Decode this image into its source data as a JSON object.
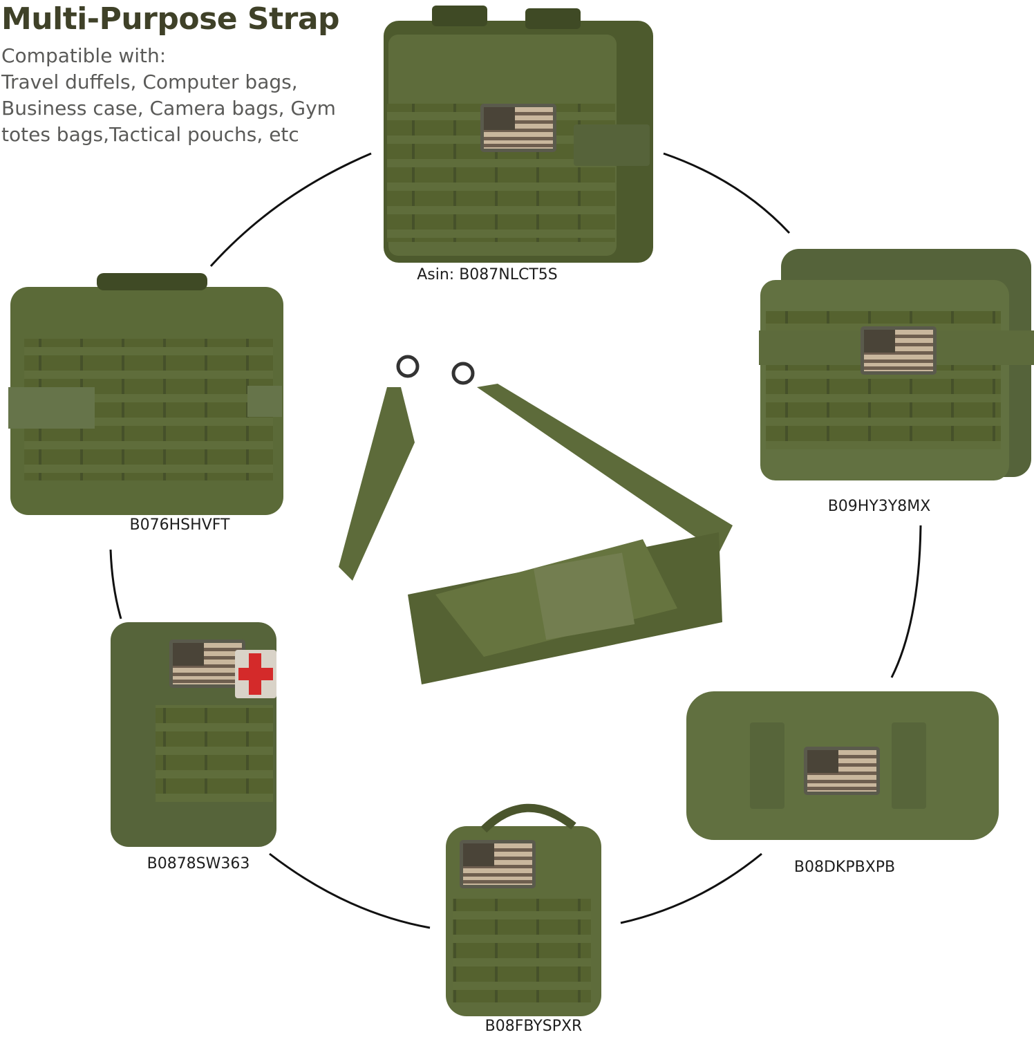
{
  "header": {
    "title": "Multi-Purpose Strap",
    "compatible_heading": "Compatible with:",
    "compatible_lines": [
      "Travel duffels, Computer bags,",
      "Business case, Camera bags, Gym",
      "totes bags,Tactical pouchs, etc"
    ]
  },
  "products": [
    {
      "label": "Asin: B087NLCT5S"
    },
    {
      "label": "B09HY3Y8MX"
    },
    {
      "label": "B076HSHVFT"
    },
    {
      "label": "B0878SW363"
    },
    {
      "label": "B08DKPBXPB"
    },
    {
      "label": "B08FBYSPXR"
    }
  ],
  "colors": {
    "olive": "#5b6a38",
    "olive_dark": "#47532a",
    "olive_light": "#6f7d47",
    "title": "#3f4128"
  }
}
